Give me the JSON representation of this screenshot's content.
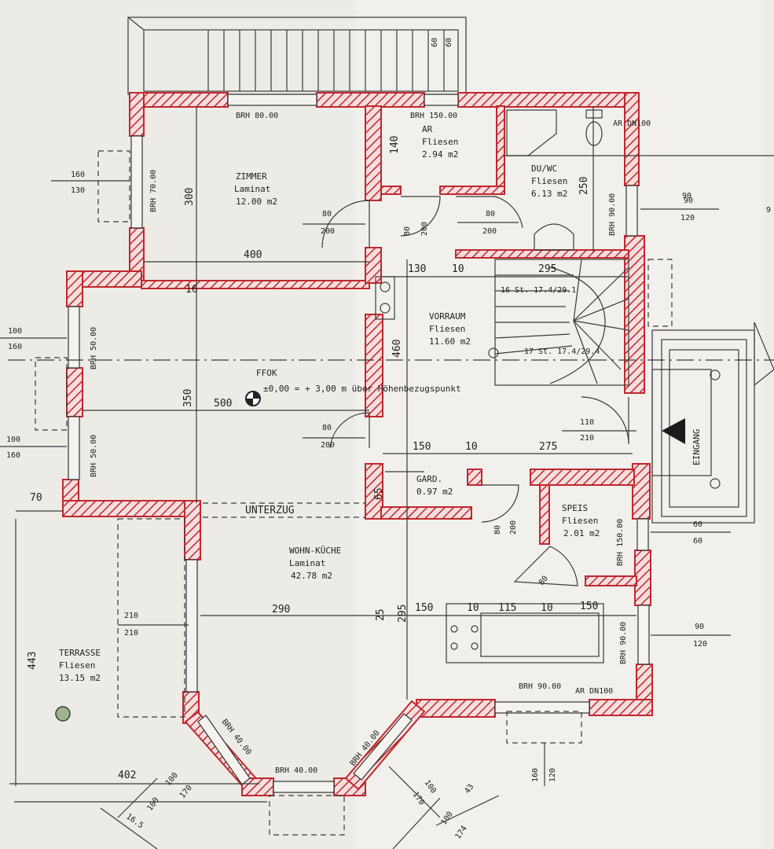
{
  "plan": {
    "rooms": [
      {
        "name": "ZIMMER",
        "floor": "Laminat",
        "area": "12.00 m2"
      },
      {
        "name": "AR",
        "floor": "Fliesen",
        "area": "2.94 m2"
      },
      {
        "name": "DU/WC",
        "floor": "Fliesen",
        "area": "6.13 m2"
      },
      {
        "name": "VORRAUM",
        "floor": "Fliesen",
        "area": "11.60 m2"
      },
      {
        "name": "GARD.",
        "floor": "",
        "area": "0.97 m2"
      },
      {
        "name": "SPEIS",
        "floor": "Fliesen",
        "area": "2.01 m2"
      },
      {
        "name": "WOHN-KÜCHE",
        "floor": "Laminat",
        "area": "42.78 m2"
      },
      {
        "name": "TERRASSE",
        "floor": "Fliesen",
        "area": "13.15 m2"
      }
    ],
    "notes": {
      "ffok": "FFOK",
      "height_ref": "±0,00 = + 3,00 m über Höhenbezugspunkt",
      "unterzug": "UNTERZUG",
      "eingang": "EINGANG"
    },
    "brh_labels": [
      "BRH 80.00",
      "BRH 150.00",
      "BRH 70.00",
      "BRH 90.00",
      "BRH 50.00",
      "BRH 50.00",
      "BRH 150.00",
      "BRH 90.00",
      "BRH 90.00",
      "BRH 40.00",
      "BRH 40.00",
      "BRH 40.00"
    ],
    "ar_labels": [
      "AR DN100",
      "AR DN100"
    ],
    "stairs": [
      "16 St. 17.4/29.1",
      "17 St. 17.4/29.4"
    ],
    "dimensions": {
      "d400": "400",
      "d300": "300",
      "d350": "350",
      "d500": "500",
      "d460": "460",
      "d140": "140",
      "d130": "130",
      "d10a": "10",
      "d295a": "295",
      "d250": "250",
      "d150a": "150",
      "d10b": "10",
      "d275": "275",
      "d65": "65",
      "d290": "290",
      "d25": "25",
      "d295b": "295",
      "d150b": "150",
      "d10c": "10",
      "d115": "115",
      "d10d": "10",
      "d150c": "150",
      "d443": "443",
      "d402": "402",
      "d70": "70",
      "d16": "16"
    },
    "openings": [
      [
        "160",
        "130"
      ],
      [
        "100",
        "160"
      ],
      [
        "100",
        "160"
      ],
      [
        "90",
        "120"
      ],
      [
        "90",
        "120"
      ],
      [
        "60",
        "60"
      ],
      [
        "210",
        "210"
      ],
      [
        "80",
        "200"
      ],
      [
        "80",
        "200"
      ],
      [
        "80",
        "200"
      ],
      [
        "80",
        "200"
      ],
      [
        "80",
        "200"
      ],
      [
        "110",
        "210"
      ],
      [
        "100",
        "170"
      ],
      [
        "100",
        "170"
      ],
      [
        "160",
        "120"
      ],
      [
        "60",
        "60"
      ]
    ],
    "misc": [
      "43",
      "174",
      "16.5",
      "100",
      "80",
      "100",
      "90",
      "9"
    ]
  }
}
